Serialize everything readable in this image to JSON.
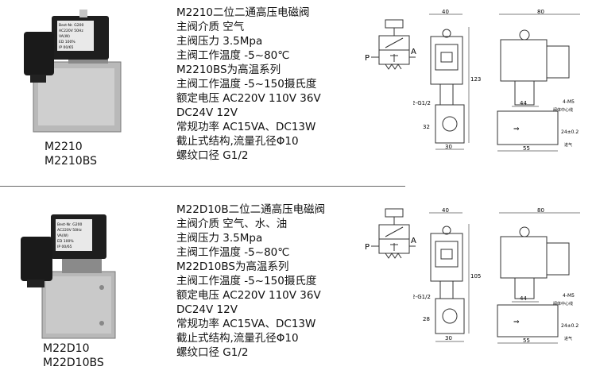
{
  "sections": [
    {
      "model_codes": [
        "M2210",
        "M2210BS"
      ],
      "specs": [
        "M2210二位二通高压电磁阀",
        "主阀介质    空气",
        "主阀压力   3.5Mpa",
        "主阀工作温度   -5~80℃",
        "M2210BS为高温系列",
        "主阀工作温度   -5~150摄氏度",
        "额定电压   AC220V  110V  36V",
        "                   DC24V  12V",
        "常规功率   AC15VA、DC13W",
        "截止式结构,流量孔径Φ10",
        "螺纹口径    G1/2"
      ],
      "coil_label": [
        "Best-Nr. G200",
        "AC220V  50Hz",
        "VA(W)",
        "ED  100%",
        "IP  00/65"
      ],
      "symbol_ports": [
        "P",
        "A"
      ],
      "dims_left": [
        "40",
        "123",
        "32",
        "30",
        "2-G1/2"
      ],
      "dims_right": [
        "80",
        "44",
        "55",
        "4-M5",
        "24±0.2",
        "阀体中心线",
        "进气"
      ]
    },
    {
      "model_codes": [
        "M22D10",
        "M22D10BS"
      ],
      "specs": [
        "M22D10B二位二通高压电磁阀",
        "主阀介质    空气、水、油",
        "主阀压力   3.5Mpa",
        "主阀工作温度     -5~80℃",
        "M22D10BS为高温系列",
        "主阀工作温度   -5~150摄氏度",
        "额定电压   AC220V  110V  36V",
        "                   DC24V  12V",
        "常规功率   AC15VA、DC13W",
        "截止式结构,流量孔径Φ10",
        "螺纹口径    G1/2"
      ],
      "coil_label": [
        "Best-Nr. G200",
        "AC220V  50Hz",
        "VA(W)",
        "ED  100%",
        "IP  00/65"
      ],
      "symbol_ports": [
        "P",
        "A"
      ],
      "dims_left": [
        "40",
        "105",
        "28",
        "30",
        "2-G1/2"
      ],
      "dims_right": [
        "80",
        "44",
        "55",
        "4-M5",
        "24±0.2",
        "阀体中心线",
        "进气"
      ]
    }
  ]
}
